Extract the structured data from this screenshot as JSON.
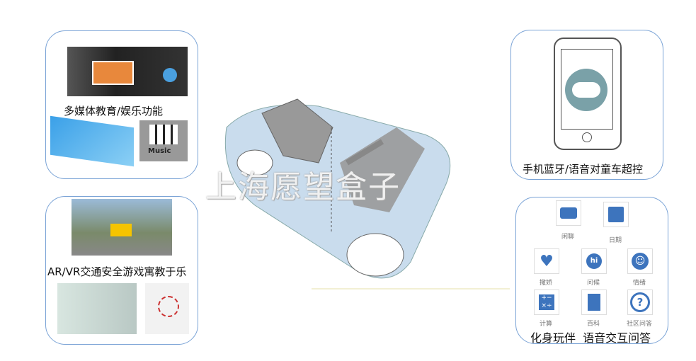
{
  "watermark": "上海愿望盒子",
  "panels": {
    "multimedia": {
      "label": "多媒体教育/娱乐功能",
      "music_logo": "Music"
    },
    "arvr": {
      "label": "AR/VR交通安全游戏寓教于乐"
    },
    "phone": {
      "label": "手机蓝牙/语音对童车超控"
    },
    "voice": {
      "label": "化身玩伴  语音交互问答",
      "items": [
        {
          "label": "闲聊",
          "icon": "chat-icon"
        },
        {
          "label": "日期",
          "icon": "calendar-icon"
        },
        {
          "label": "撒娇",
          "icon": "heart-icon"
        },
        {
          "label": "问候",
          "icon": "hi-icon"
        },
        {
          "label": "情绪",
          "icon": "smile-icon"
        },
        {
          "label": "计算",
          "icon": "calculator-icon"
        },
        {
          "label": "百科",
          "icon": "book-icon"
        },
        {
          "label": "社区问答",
          "icon": "question-icon"
        }
      ]
    }
  },
  "colors": {
    "border": "#7aa3d6",
    "icon_blue": "#3d74bd",
    "car_body": "#c9dced"
  }
}
